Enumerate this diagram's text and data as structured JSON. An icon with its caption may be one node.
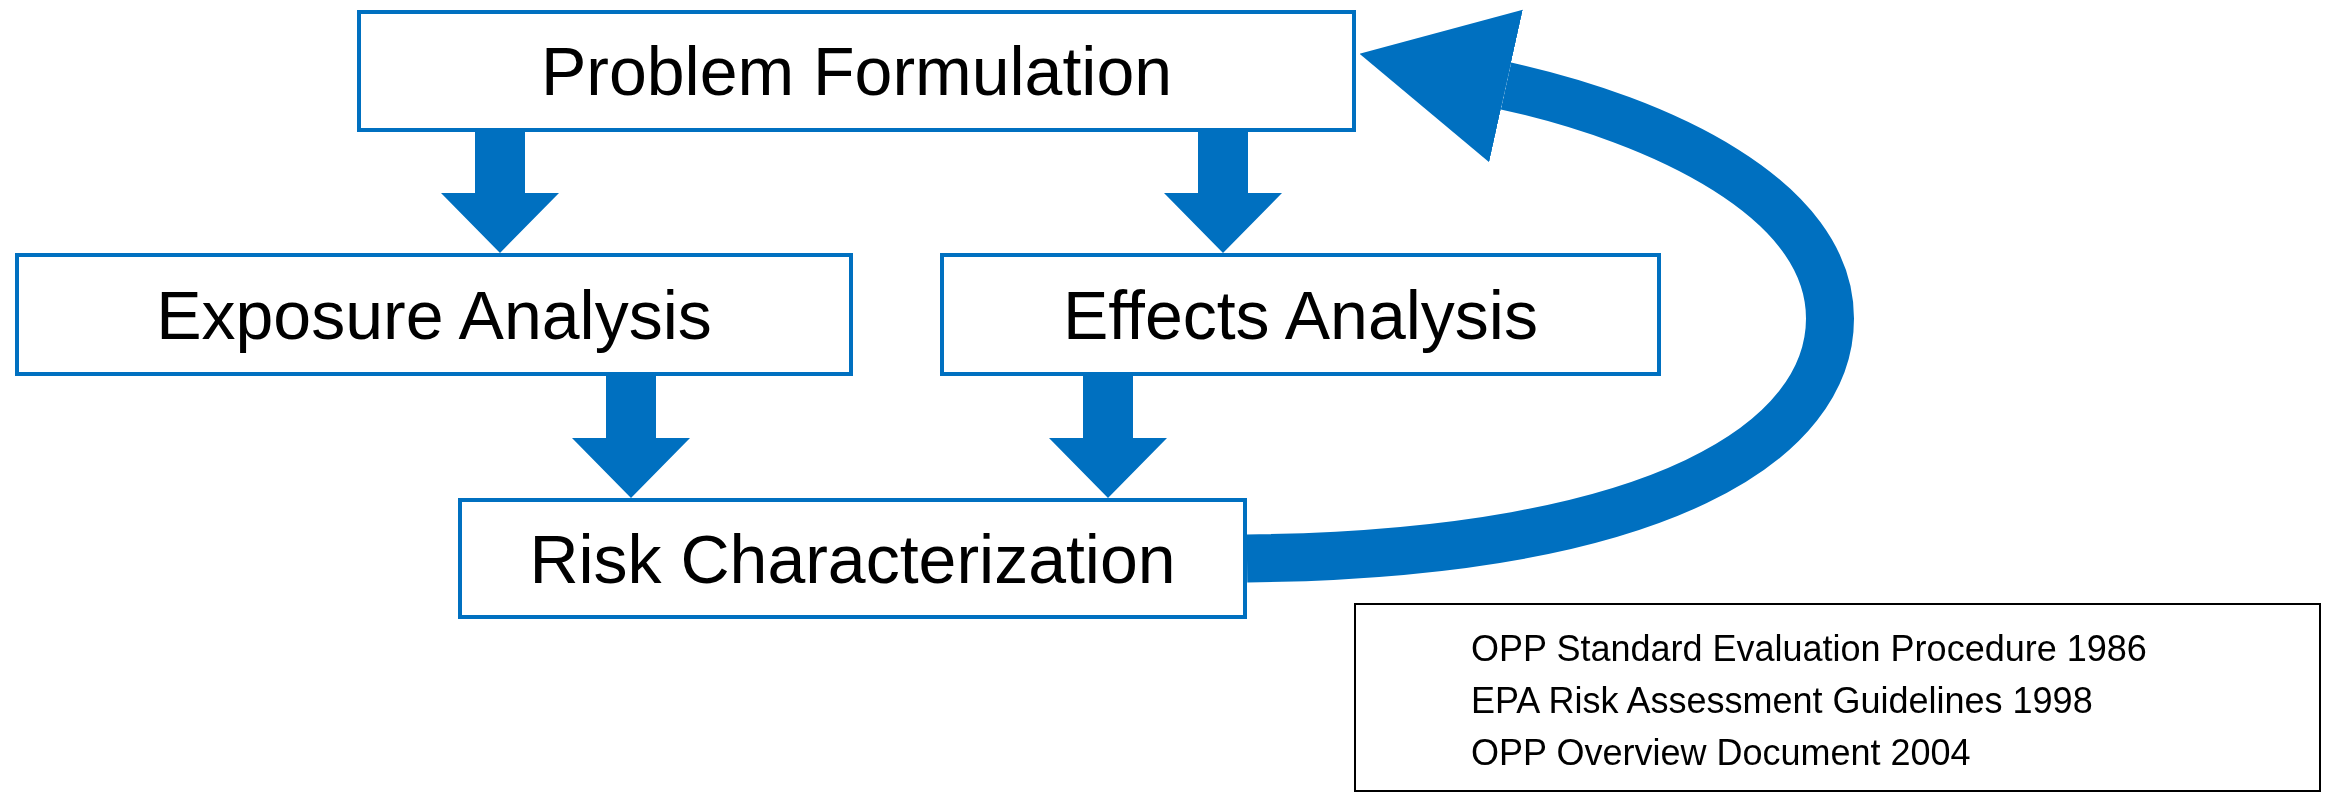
{
  "diagram": {
    "nodes": [
      {
        "text": [
          "Problem Formulation"
        ]
      },
      {
        "text": [
          "Exposure Analysis"
        ]
      },
      {
        "text": [
          "Effects Analysis"
        ]
      },
      {
        "text": [
          "Risk Characterization"
        ]
      },
      {
        "text": [
          "OPP Standard Evaluation Procedure 1986",
          "EPA Risk Assessment Guidelines 1998",
          "OPP Overview Document 2004"
        ]
      }
    ],
    "edges": [
      {
        "from": 0,
        "to": 1,
        "arrow": "to"
      },
      {
        "from": 0,
        "to": 2,
        "arrow": "to"
      },
      {
        "from": 1,
        "to": 3,
        "arrow": "to"
      },
      {
        "from": 2,
        "to": 3,
        "arrow": "to"
      },
      {
        "from": 3,
        "to": 0,
        "arrow": "to"
      }
    ]
  }
}
